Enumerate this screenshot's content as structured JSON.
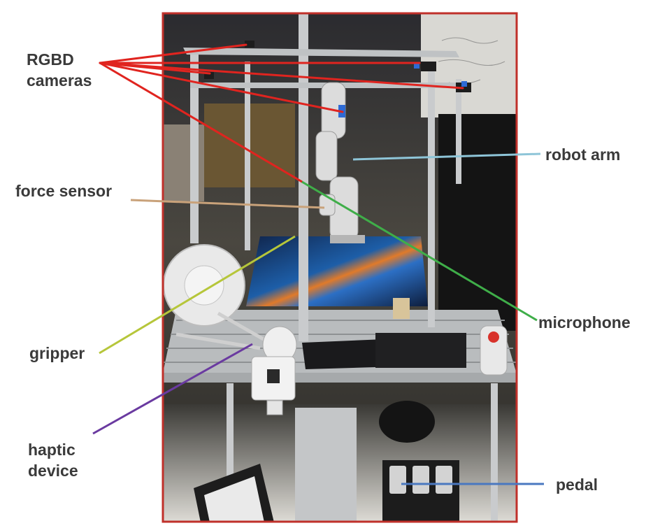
{
  "labels": {
    "rgbd_line1": "RGBD",
    "rgbd_line2": "cameras",
    "force_sensor": "force sensor",
    "gripper": "gripper",
    "haptic_line1": "haptic",
    "haptic_line2": "device",
    "robot_arm": "robot arm",
    "microphone": "microphone",
    "pedal": "pedal"
  },
  "colors": {
    "frame_border": "#c0302a",
    "rgbd_lines": "#e0241f",
    "robot_arm_line": "#8ec5d8",
    "force_sensor_line": "#c9a27a",
    "microphone_line": "#3fae49",
    "gripper_line": "#b6c63a",
    "haptic_line": "#6a3aa0",
    "pedal_line": "#4a78c0"
  }
}
